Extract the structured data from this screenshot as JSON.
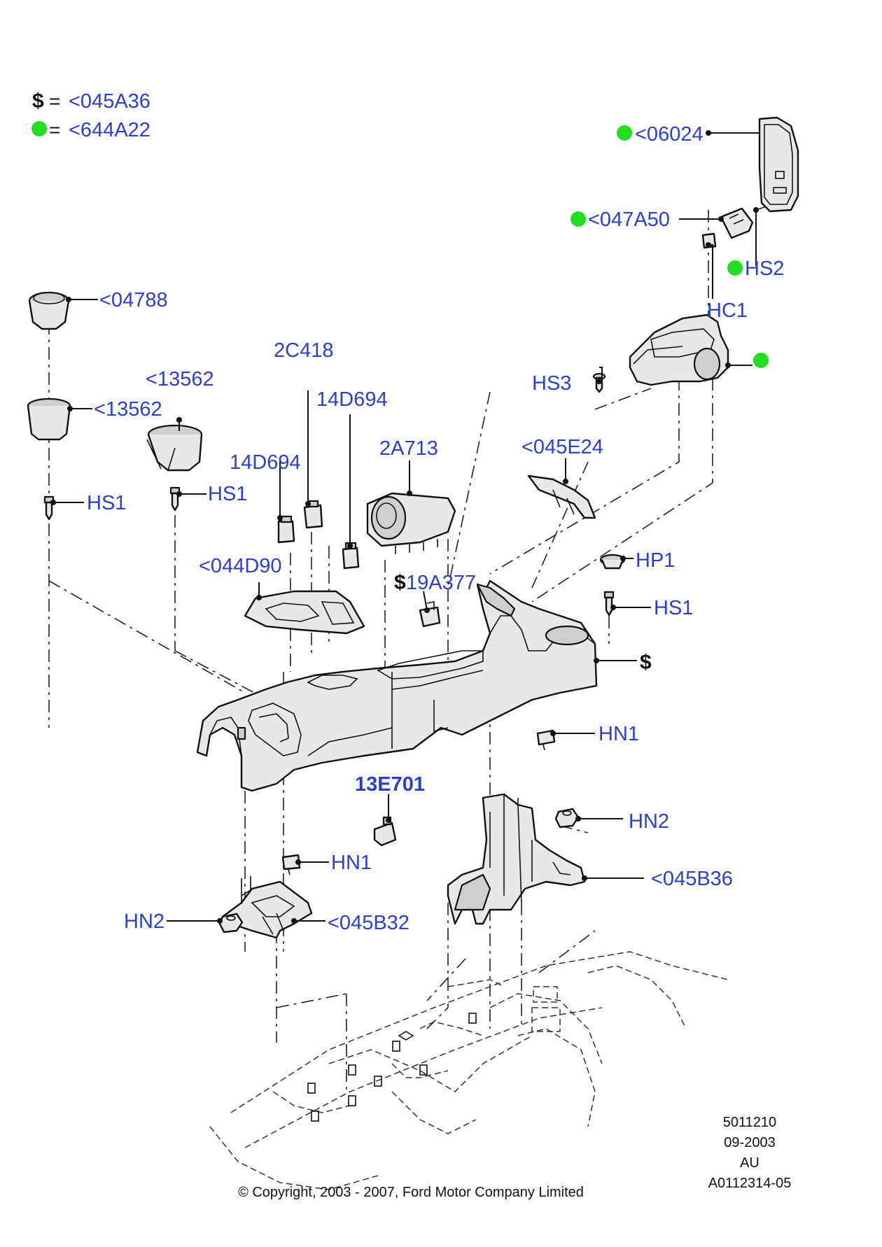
{
  "legend": [
    {
      "symbol": "$",
      "code": "<045A36"
    },
    {
      "symbol": "green-dot",
      "code": "<644A22"
    }
  ],
  "colors": {
    "label": "#2b3fcf",
    "marker": "#22dd22",
    "line": "#111111"
  },
  "callouts": {
    "c06024": "<06024",
    "c047A50": "<047A50",
    "hs2": "HS2",
    "hc1": "HC1",
    "c04788": "<04788",
    "c13562_top": "<13562",
    "c13562_left": "<13562",
    "c2C418": "2C418",
    "c14D694_right": "14D694",
    "c14D694_left": "14D694",
    "c2A713": "2A713",
    "c045E24": "<045E24",
    "hs3": "HS3",
    "hs1_left": "HS1",
    "hs1_mid": "HS1",
    "hp1": "HP1",
    "hs1_right": "HS1",
    "c044D90": "<044D90",
    "c19A377": "19A377",
    "dollar_console": "$",
    "hn1_right": "HN1",
    "c13E701": "13E701",
    "hn2_right": "HN2",
    "c045B36": "<045B36",
    "hn1_left": "HN1",
    "hn2_left": "HN2",
    "c045B32": "<045B32"
  },
  "info": {
    "line1": "5011210",
    "line2": "09-2003",
    "line3": "AU",
    "line4": "A0112314-05"
  },
  "copyright": "© Copyright, 2003 - 2007, Ford Motor Company Limited"
}
